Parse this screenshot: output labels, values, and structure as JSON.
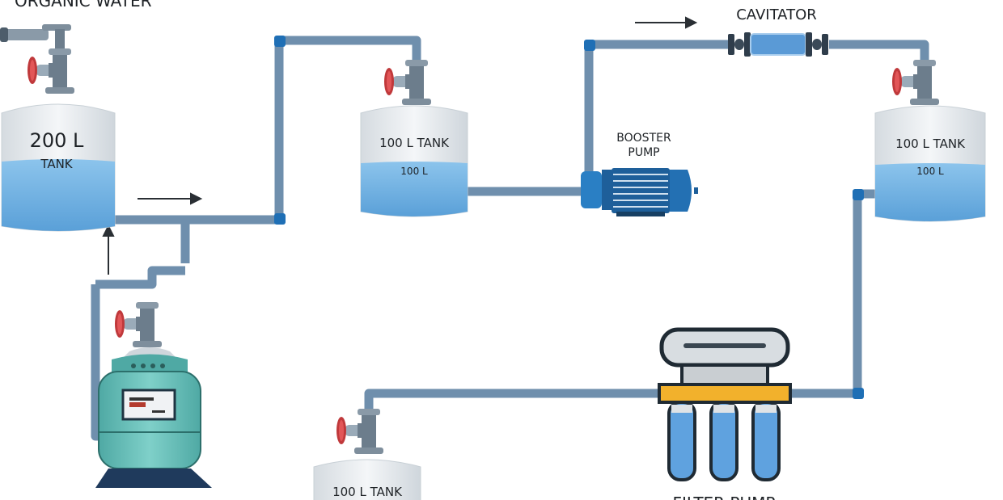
{
  "labels": {
    "organic_water": "ORGANIC WATER",
    "cavitator": "CAVITATOR",
    "booster_pump_line1": "BOOSTER",
    "booster_pump_line2": "PUMP",
    "filter_pump": "FILTER PUMP"
  },
  "tanks": [
    {
      "id": "source",
      "title_line1": "200 L",
      "title_line2": "TANK",
      "fill_label": ""
    },
    {
      "id": "tank-a",
      "title_line1": "100 L TANK",
      "title_line2": "",
      "fill_label": "100 L"
    },
    {
      "id": "tank-b",
      "title_line1": "100 L TANK",
      "title_line2": "",
      "fill_label": "100 L"
    },
    {
      "id": "tank-c",
      "title_line1": "100 L TANK",
      "title_line2": "",
      "fill_label": ""
    }
  ],
  "colors": {
    "pipe": "#6f8fad",
    "pipe_joint": "#1f6fb5",
    "water": "#7fb9e6",
    "valve_handle": "#c0393b",
    "filter_band": "#f2b12c",
    "pump_body": "#1e5f9a",
    "softener_body": "#6fc3bd"
  }
}
